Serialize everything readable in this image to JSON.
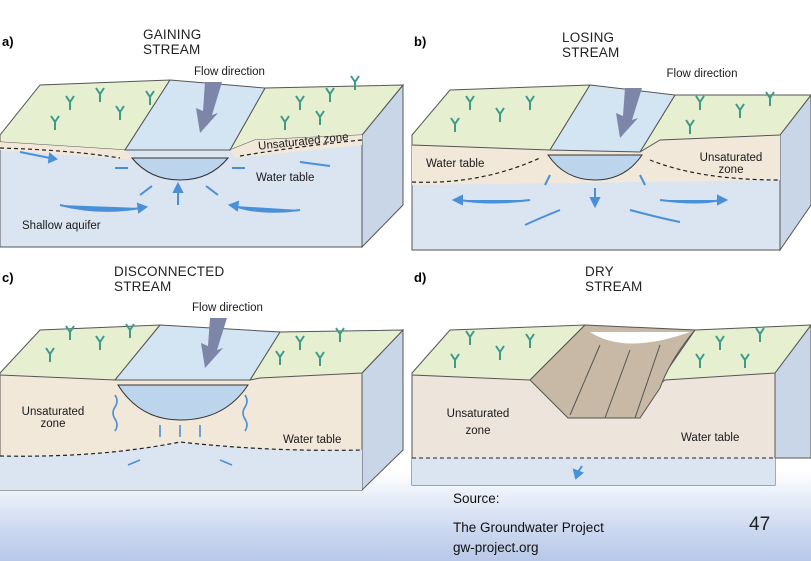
{
  "panels": {
    "a": {
      "letter": "a)",
      "title": "GAINING STREAM",
      "flow": "Flow direction",
      "unsat": "Unsaturated zone",
      "watertable": "Water table",
      "aquifer": "Shallow aquifer"
    },
    "b": {
      "letter": "b)",
      "title": "LOSING STREAM",
      "flow": "Flow direction",
      "watertable": "Water table",
      "unsat": "Unsaturated zone"
    },
    "c": {
      "letter": "c)",
      "title": "DISCONNECTED STREAM",
      "flow": "Flow direction",
      "unsat": "Unsaturated zone",
      "watertable": "Water table"
    },
    "d": {
      "letter": "d)",
      "title": "DRY STREAM",
      "unsat": "Unsaturated zone",
      "watertable": "Water table"
    }
  },
  "source": {
    "label": "Source:",
    "name": "The Groundwater Project",
    "url": "gw-project.org"
  },
  "page_number": "47",
  "colors": {
    "grass": "#e6efcf",
    "soil": "#f2e8d9",
    "water": "#cfe0f2",
    "aquifer": "#dbe5f1",
    "side": "#d9e3ef",
    "arrow": "#4a90d9",
    "flowarrow": "#7d86a8"
  }
}
